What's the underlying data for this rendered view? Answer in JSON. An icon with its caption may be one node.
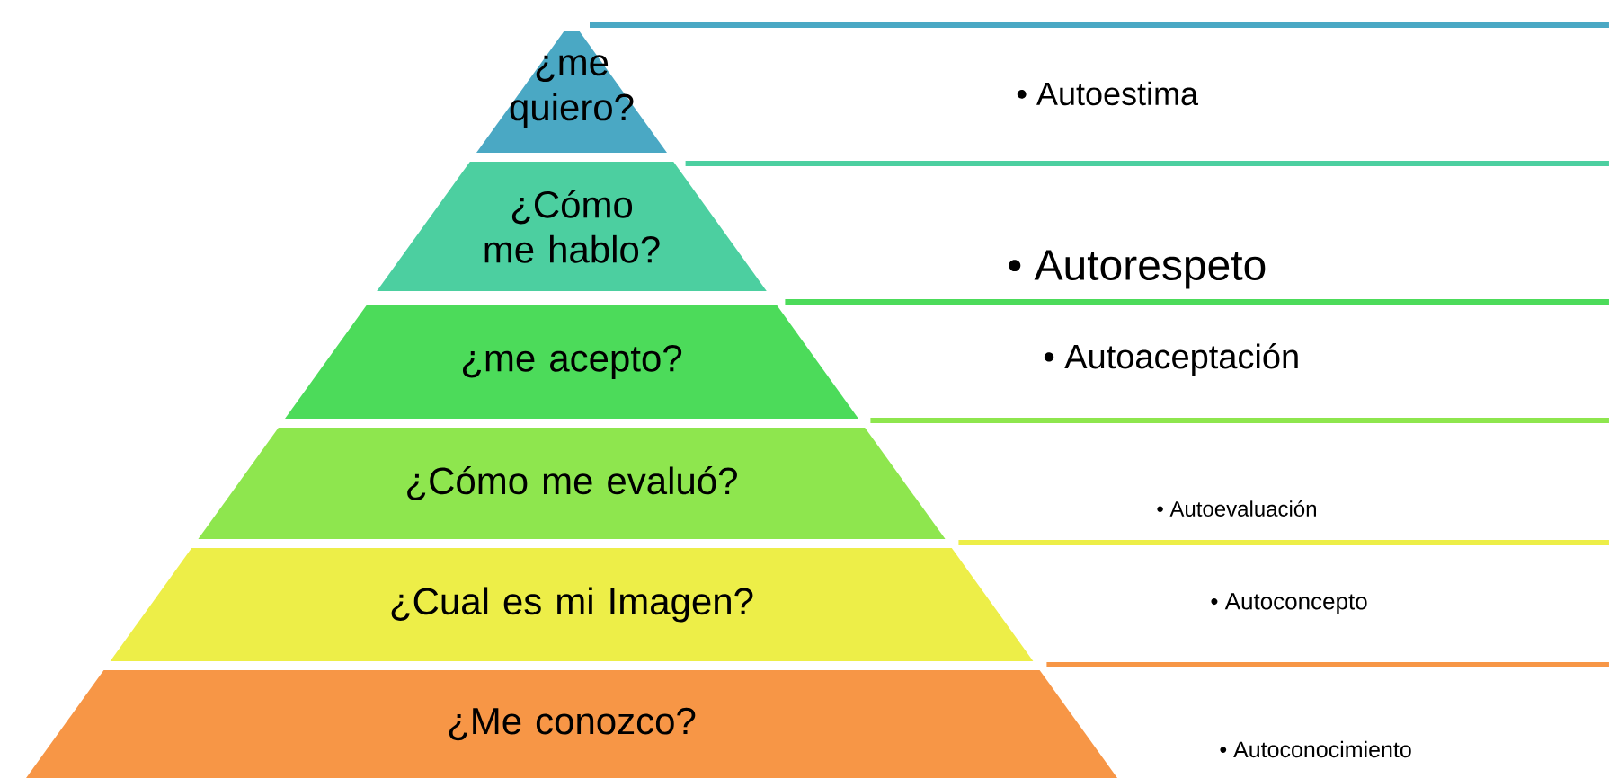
{
  "diagram": {
    "nodes": [
      {
        "text": [
          "¿me quiero?"
        ]
      },
      {
        "text": [
          "¿Cómo me hablo?"
        ]
      },
      {
        "text": [
          "¿me acepto?"
        ]
      },
      {
        "text": [
          "¿Cómo me evaluó?"
        ]
      },
      {
        "text": [
          "¿Cual es mi Imagen?"
        ]
      },
      {
        "text": [
          "¿Me conozco?"
        ]
      }
    ],
    "labels": [
      "• Autoestima",
      "• Autorespeto",
      "• Autoaceptación",
      "• Autoevaluación",
      "• Autoconcepto",
      "• Autoconocimiento"
    ]
  }
}
